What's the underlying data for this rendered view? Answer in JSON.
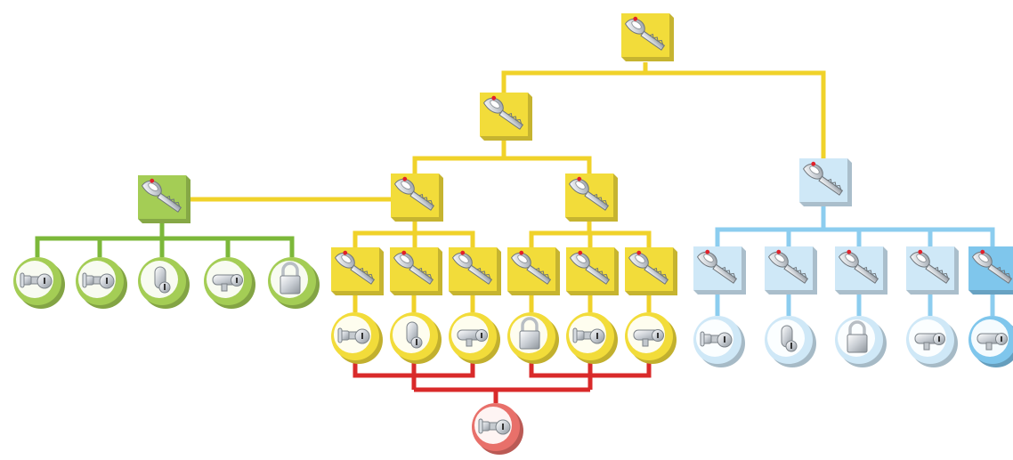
{
  "colors": {
    "master": "#f2dc3a",
    "master_line": "#f0d22a",
    "green": "#a4cd55",
    "green_line": "#7cb83a",
    "blue": "#cfe8f7",
    "blue_dark": "#7fc6ec",
    "blue_line": "#8ccdef",
    "red": "#e8706a",
    "red_line": "#d92a2a",
    "key_silver": "#d9dde2",
    "key_dot": "#e2202a"
  },
  "diagram": {
    "title": "",
    "nodes": [
      {
        "id": "top-master-key",
        "kind": "key",
        "group": "yellow",
        "icon": "key-icon"
      },
      {
        "id": "grand-master-key",
        "kind": "key",
        "group": "yellow",
        "icon": "key-icon"
      },
      {
        "id": "blue-master-key",
        "kind": "key",
        "group": "blue",
        "icon": "key-icon"
      },
      {
        "id": "green-master-key",
        "kind": "key",
        "group": "green",
        "icon": "key-icon"
      },
      {
        "id": "yellow-master-key-left",
        "kind": "key",
        "group": "yellow",
        "icon": "key-icon"
      },
      {
        "id": "yellow-master-key-right",
        "kind": "key",
        "group": "yellow",
        "icon": "key-icon"
      },
      {
        "id": "green-lock-1",
        "kind": "lock",
        "group": "green",
        "icon": "knob-cylinder-icon"
      },
      {
        "id": "green-lock-2",
        "kind": "lock",
        "group": "green",
        "icon": "knob-cylinder-icon"
      },
      {
        "id": "green-lock-3",
        "kind": "lock",
        "group": "green",
        "icon": "cam-lock-icon"
      },
      {
        "id": "green-lock-4",
        "kind": "lock",
        "group": "green",
        "icon": "euro-cylinder-icon"
      },
      {
        "id": "green-lock-5",
        "kind": "lock",
        "group": "green",
        "icon": "padlock-icon"
      },
      {
        "id": "yellow-key-1",
        "kind": "key",
        "group": "yellow",
        "icon": "key-icon"
      },
      {
        "id": "yellow-key-2",
        "kind": "key",
        "group": "yellow",
        "icon": "key-icon"
      },
      {
        "id": "yellow-key-3",
        "kind": "key",
        "group": "yellow",
        "icon": "key-icon"
      },
      {
        "id": "yellow-key-4",
        "kind": "key",
        "group": "yellow",
        "icon": "key-icon"
      },
      {
        "id": "yellow-key-5",
        "kind": "key",
        "group": "yellow",
        "icon": "key-icon"
      },
      {
        "id": "yellow-key-6",
        "kind": "key",
        "group": "yellow",
        "icon": "key-icon"
      },
      {
        "id": "yellow-lock-1",
        "kind": "lock",
        "group": "yellow",
        "icon": "knob-cylinder-icon"
      },
      {
        "id": "yellow-lock-2",
        "kind": "lock",
        "group": "yellow",
        "icon": "cam-lock-icon"
      },
      {
        "id": "yellow-lock-3",
        "kind": "lock",
        "group": "yellow",
        "icon": "euro-cylinder-icon"
      },
      {
        "id": "yellow-lock-4",
        "kind": "lock",
        "group": "yellow",
        "icon": "padlock-icon"
      },
      {
        "id": "yellow-lock-5",
        "kind": "lock",
        "group": "yellow",
        "icon": "knob-cylinder-icon"
      },
      {
        "id": "yellow-lock-6",
        "kind": "lock",
        "group": "yellow",
        "icon": "euro-cylinder-icon"
      },
      {
        "id": "blue-key-1",
        "kind": "key",
        "group": "blue",
        "icon": "key-icon"
      },
      {
        "id": "blue-key-2",
        "kind": "key",
        "group": "blue",
        "icon": "key-icon"
      },
      {
        "id": "blue-key-3",
        "kind": "key",
        "group": "blue",
        "icon": "key-icon"
      },
      {
        "id": "blue-key-4",
        "kind": "key",
        "group": "blue",
        "icon": "key-icon"
      },
      {
        "id": "blue-key-5",
        "kind": "key",
        "group": "blue",
        "icon": "key-icon"
      },
      {
        "id": "blue-lock-1",
        "kind": "lock",
        "group": "blue",
        "icon": "knob-cylinder-icon"
      },
      {
        "id": "blue-lock-2",
        "kind": "lock",
        "group": "blue",
        "icon": "cam-lock-icon"
      },
      {
        "id": "blue-lock-3",
        "kind": "lock",
        "group": "blue",
        "icon": "padlock-icon"
      },
      {
        "id": "blue-lock-4",
        "kind": "lock",
        "group": "blue",
        "icon": "euro-cylinder-icon"
      },
      {
        "id": "blue-lock-5",
        "kind": "lock",
        "group": "blue",
        "icon": "euro-cylinder-icon"
      },
      {
        "id": "central-lock",
        "kind": "lock",
        "group": "red",
        "icon": "knob-cylinder-icon"
      }
    ],
    "edges": [
      [
        "top-master-key",
        "grand-master-key"
      ],
      [
        "top-master-key",
        "blue-master-key"
      ],
      [
        "grand-master-key",
        "yellow-master-key-left"
      ],
      [
        "grand-master-key",
        "yellow-master-key-right"
      ],
      [
        "yellow-master-key-left",
        "green-master-key"
      ],
      [
        "green-master-key",
        "green-lock-1"
      ],
      [
        "green-master-key",
        "green-lock-2"
      ],
      [
        "green-master-key",
        "green-lock-3"
      ],
      [
        "green-master-key",
        "green-lock-4"
      ],
      [
        "green-master-key",
        "green-lock-5"
      ],
      [
        "yellow-master-key-left",
        "yellow-key-1"
      ],
      [
        "yellow-master-key-left",
        "yellow-key-2"
      ],
      [
        "yellow-master-key-left",
        "yellow-key-3"
      ],
      [
        "yellow-master-key-right",
        "yellow-key-4"
      ],
      [
        "yellow-master-key-right",
        "yellow-key-5"
      ],
      [
        "yellow-master-key-right",
        "yellow-key-6"
      ],
      [
        "yellow-key-1",
        "yellow-lock-1"
      ],
      [
        "yellow-key-2",
        "yellow-lock-2"
      ],
      [
        "yellow-key-3",
        "yellow-lock-3"
      ],
      [
        "yellow-key-4",
        "yellow-lock-4"
      ],
      [
        "yellow-key-5",
        "yellow-lock-5"
      ],
      [
        "yellow-key-6",
        "yellow-lock-6"
      ],
      [
        "blue-master-key",
        "blue-key-1"
      ],
      [
        "blue-master-key",
        "blue-key-2"
      ],
      [
        "blue-master-key",
        "blue-key-3"
      ],
      [
        "blue-master-key",
        "blue-key-4"
      ],
      [
        "blue-master-key",
        "blue-key-5"
      ],
      [
        "blue-key-1",
        "blue-lock-1"
      ],
      [
        "blue-key-2",
        "blue-lock-2"
      ],
      [
        "blue-key-3",
        "blue-lock-3"
      ],
      [
        "blue-key-4",
        "blue-lock-4"
      ],
      [
        "blue-key-5",
        "blue-lock-5"
      ],
      [
        "yellow-lock-1",
        "central-lock"
      ],
      [
        "yellow-lock-2",
        "central-lock"
      ],
      [
        "yellow-lock-3",
        "central-lock"
      ],
      [
        "yellow-lock-4",
        "central-lock"
      ],
      [
        "yellow-lock-5",
        "central-lock"
      ],
      [
        "yellow-lock-6",
        "central-lock"
      ]
    ]
  }
}
